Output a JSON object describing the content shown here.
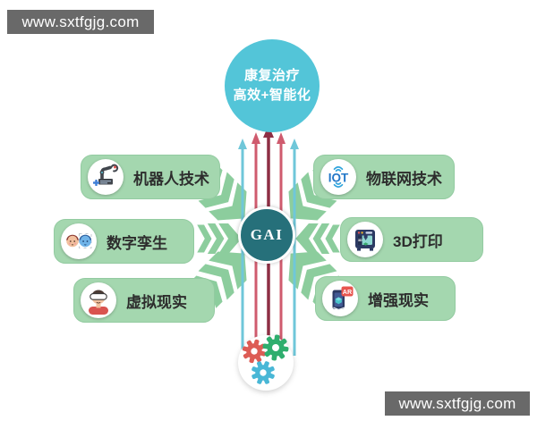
{
  "watermarks": {
    "text": "www.sxtfgjg.com"
  },
  "goal": {
    "line1": "康复治疗",
    "line2": "高效+智能化"
  },
  "center": {
    "label": "GAI"
  },
  "nodes": {
    "left": [
      {
        "label": "机器人技术",
        "icon": "robot-arm-icon"
      },
      {
        "label": "数字孪生",
        "icon": "digital-twin-icon"
      },
      {
        "label": "虚拟现实",
        "icon": "vr-headset-icon"
      }
    ],
    "right": [
      {
        "label": "物联网技术",
        "icon": "iot-icon",
        "icon_text": "IOT"
      },
      {
        "label": "3D打印",
        "icon": "printer-3d-icon",
        "icon_text": "3D"
      },
      {
        "label": "增强现实",
        "icon": "ar-phone-icon",
        "icon_text": "AR"
      }
    ]
  },
  "colors": {
    "goal_circle": "#53c5d8",
    "center_circle": "#26707a",
    "node_box": "#a4d7af",
    "chevron_green": "#8ccd9d",
    "line_center_maroon": "#8e2f44",
    "line_inner_red": "#cf5b6e",
    "line_outer_blue": "#6fc7d9",
    "gear_red": "#dd5c55",
    "gear_green": "#2fae6e",
    "gear_teal": "#49b7d6",
    "watermark_bg": "#696969"
  }
}
